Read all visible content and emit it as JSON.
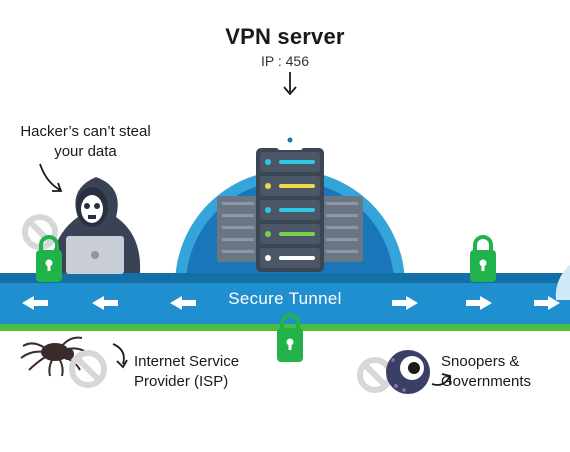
{
  "server": {
    "title": "VPN server",
    "ip": "IP : 456"
  },
  "tunnel": {
    "label": "Secure Tunnel"
  },
  "notes": {
    "hacker": "Hacker’s can’t steal your data",
    "isp": "Internet Service Provider (ISP)",
    "snoopers": "Snoopers & Governments"
  },
  "colors": {
    "tunnel_blue": "#1f8fcf",
    "tunnel_dark": "#146fa6",
    "dome_outer": "#34a4d9",
    "dome_inner": "#1a76b8",
    "lock_green": "#22b24c",
    "ground_green": "#4bbe3e",
    "ban_gray": "#d7d7d7"
  },
  "icons": [
    "server-rack-icon",
    "padlock-icon",
    "hacker-icon",
    "spider-icon",
    "eye-monster-icon",
    "no-entry-icon",
    "curved-arrow-icon"
  ]
}
